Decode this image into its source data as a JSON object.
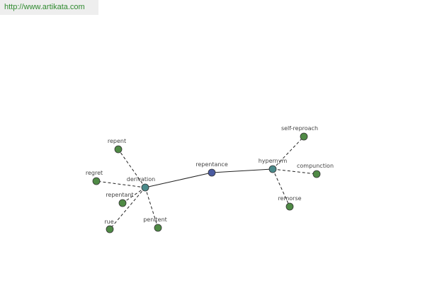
{
  "source_url": "http://www.artikata.com",
  "colors": {
    "center": "#4a5aa0",
    "relation": "#4a8a8a",
    "leaf": "#4f8a45",
    "banner_text": "#2f8a2f"
  },
  "nodes": [
    {
      "id": "repentance",
      "label": "repentance",
      "kind": "center"
    },
    {
      "id": "derivation",
      "label": "derivation",
      "kind": "relation"
    },
    {
      "id": "hypernym",
      "label": "hypernym",
      "kind": "relation"
    },
    {
      "id": "repent",
      "label": "repent",
      "kind": "leaf"
    },
    {
      "id": "regret",
      "label": "regret",
      "kind": "leaf"
    },
    {
      "id": "repentant",
      "label": "repentant",
      "kind": "leaf"
    },
    {
      "id": "rue",
      "label": "rue",
      "kind": "leaf"
    },
    {
      "id": "penitent",
      "label": "penitent",
      "kind": "leaf"
    },
    {
      "id": "self-reproach",
      "label": "self-reproach",
      "kind": "leaf"
    },
    {
      "id": "compunction",
      "label": "compunction",
      "kind": "leaf"
    },
    {
      "id": "remorse",
      "label": "remorse",
      "kind": "leaf"
    }
  ],
  "edges": [
    {
      "from": "repentance",
      "to": "derivation",
      "style": "solid"
    },
    {
      "from": "repentance",
      "to": "hypernym",
      "style": "solid"
    },
    {
      "from": "derivation",
      "to": "repent",
      "style": "dashed"
    },
    {
      "from": "derivation",
      "to": "regret",
      "style": "dashed"
    },
    {
      "from": "derivation",
      "to": "repentant",
      "style": "dashed"
    },
    {
      "from": "derivation",
      "to": "rue",
      "style": "dashed"
    },
    {
      "from": "derivation",
      "to": "penitent",
      "style": "dashed"
    },
    {
      "from": "hypernym",
      "to": "self-reproach",
      "style": "dashed"
    },
    {
      "from": "hypernym",
      "to": "compunction",
      "style": "dashed"
    },
    {
      "from": "hypernym",
      "to": "remorse",
      "style": "dashed"
    }
  ]
}
